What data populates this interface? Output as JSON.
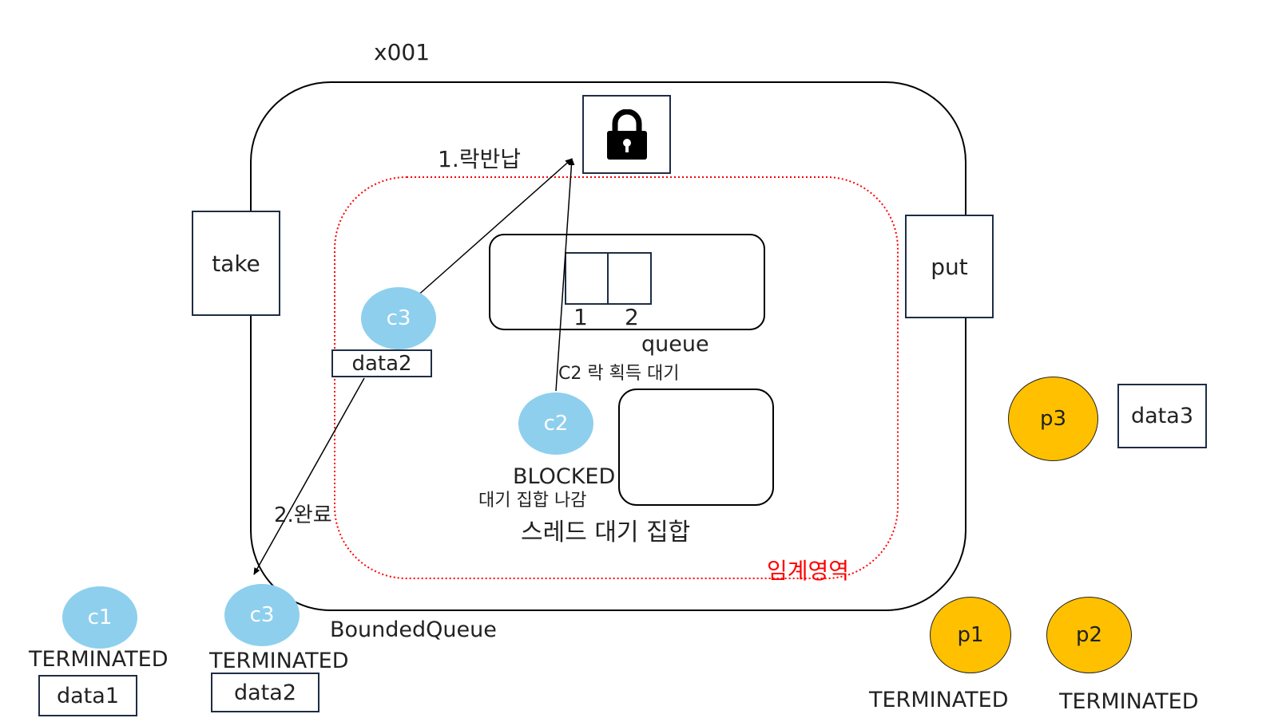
{
  "monitor": {
    "ref_label": "x001",
    "class_label": "BoundedQueue",
    "critical_section_label": "임계영역"
  },
  "methods": {
    "take": "take",
    "put": "put"
  },
  "queue": {
    "label": "queue",
    "slot_labels": [
      "1",
      "2"
    ]
  },
  "wait_set": {
    "label": "스레드 대기 집합"
  },
  "threads": {
    "c3_inside": {
      "name": "c3",
      "data": "data2"
    },
    "c2": {
      "name": "c2",
      "state": "BLOCKED",
      "note": "대기 집합 나감",
      "lock_wait_note": "C2 락 획득 대기"
    },
    "c1": {
      "name": "c1",
      "state": "TERMINATED",
      "data": "data1"
    },
    "c3_done": {
      "name": "c3",
      "state": "TERMINATED",
      "data": "data2"
    },
    "p1": {
      "name": "p1",
      "state": "TERMINATED"
    },
    "p2": {
      "name": "p2",
      "state": "TERMINATED"
    },
    "p3": {
      "name": "p3",
      "data": "data3"
    }
  },
  "arrows": {
    "release_lock": "1.락반납",
    "complete": "2.완료"
  },
  "colors": {
    "consumer": "#8ecfee",
    "producer": "#ffc000",
    "critical": "#ff0000",
    "border": "#1e2d45"
  },
  "icons": {
    "lock": "lock-icon"
  }
}
